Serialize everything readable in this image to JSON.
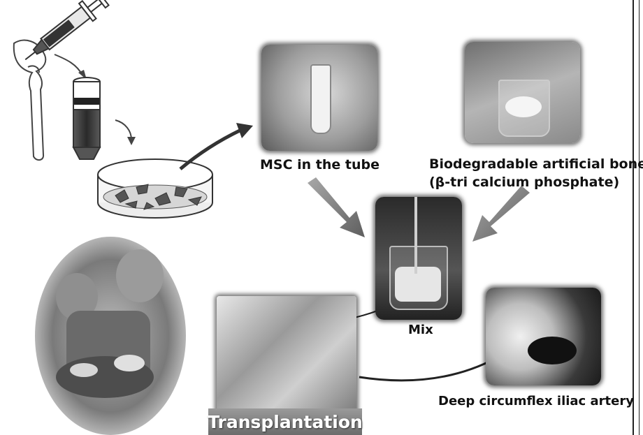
{
  "labels": {
    "msc_tube": "MSC in the tube",
    "bone_line1": "Biodegradable artificial bone",
    "bone_line2": "(β-tri calcium phosphate)",
    "mix": "Mix",
    "artery": "Deep circumflex iliac artery",
    "transplantation": "Transplantation"
  }
}
